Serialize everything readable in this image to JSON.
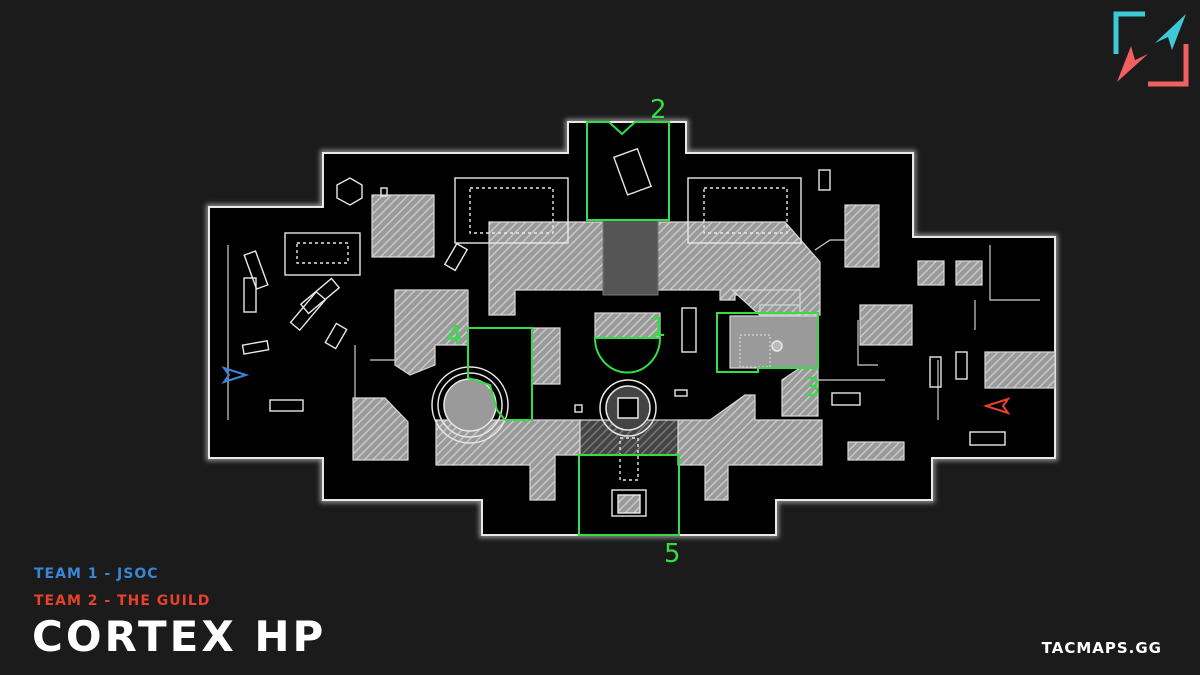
{
  "map": {
    "title": "CORTEX HP",
    "site": "TACMAPS.GG",
    "teams": [
      {
        "label": "TEAM 1 - JSOC",
        "color": "#3a86d8"
      },
      {
        "label": "TEAM 2 - THE GUILD",
        "color": "#e8412c"
      }
    ],
    "hardpoints": [
      {
        "number": "1"
      },
      {
        "number": "2"
      },
      {
        "number": "3"
      },
      {
        "number": "4"
      },
      {
        "number": "5"
      }
    ],
    "colors": {
      "hardpoint": "#33dd44",
      "wall": "#dcdcdc",
      "floor": "#000000",
      "background": "#1b1b1b",
      "logo_teal": "#3ec9d6",
      "logo_red": "#f06060"
    },
    "icons": [
      "logo-icon",
      "team1-spawn-icon",
      "team2-spawn-icon"
    ]
  }
}
